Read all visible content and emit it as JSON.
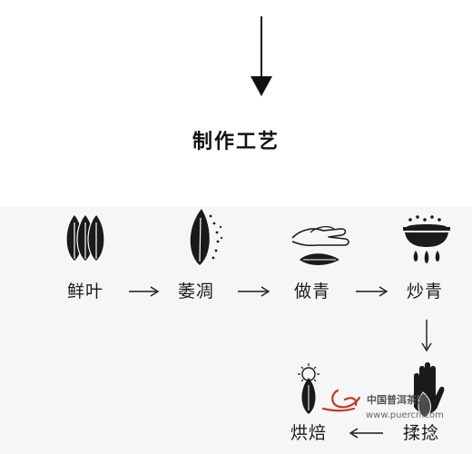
{
  "title": "制作工艺",
  "steps": [
    {
      "label": "鲜叶",
      "icon": "fresh-leaves-icon"
    },
    {
      "label": "萎凋",
      "icon": "withering-leaf-icon"
    },
    {
      "label": "做青",
      "icon": "hand-shaking-leaf-icon"
    },
    {
      "label": "炒青",
      "icon": "pan-firing-icon"
    },
    {
      "label": "揉捻",
      "icon": "hand-rolling-icon"
    },
    {
      "label": "烘焙",
      "icon": "baking-sun-leaf-icon"
    }
  ],
  "watermark": {
    "line1": "中国普洱茶网",
    "line2": "www.puercn.com"
  },
  "colors": {
    "ink": "#1a1a1a",
    "panel": "#f6f6f6",
    "watermark_red": "#c0392b"
  }
}
